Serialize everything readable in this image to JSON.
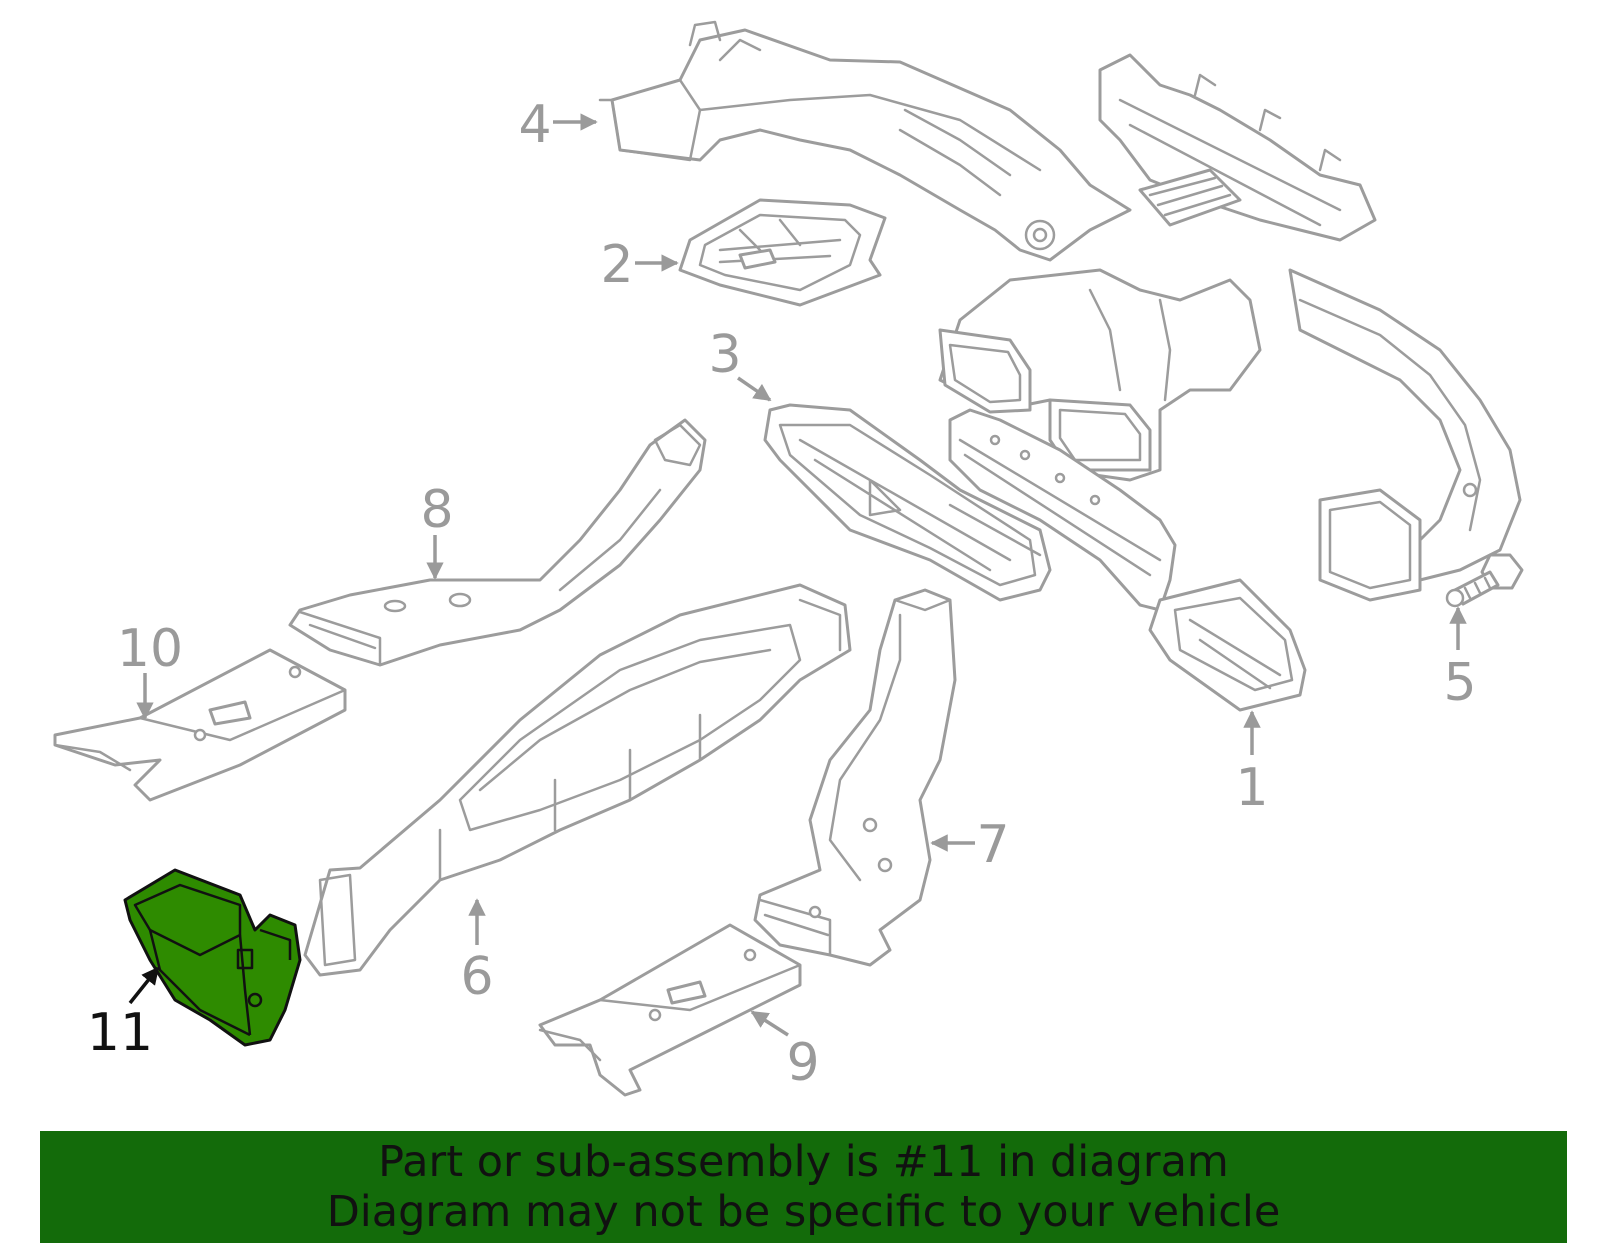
{
  "callouts": [
    {
      "id": "1",
      "label": "1",
      "highlighted": false
    },
    {
      "id": "2",
      "label": "2",
      "highlighted": false
    },
    {
      "id": "3",
      "label": "3",
      "highlighted": false
    },
    {
      "id": "4",
      "label": "4",
      "highlighted": false
    },
    {
      "id": "5",
      "label": "5",
      "highlighted": false
    },
    {
      "id": "6",
      "label": "6",
      "highlighted": false
    },
    {
      "id": "7",
      "label": "7",
      "highlighted": false
    },
    {
      "id": "8",
      "label": "8",
      "highlighted": false
    },
    {
      "id": "9",
      "label": "9",
      "highlighted": false
    },
    {
      "id": "10",
      "label": "10",
      "highlighted": false
    },
    {
      "id": "11",
      "label": "11",
      "highlighted": true
    }
  ],
  "banner": {
    "line1": "Part or sub-assembly is #11 in diagram",
    "line2": "Diagram may not be specific to your vehicle"
  },
  "colors": {
    "banner": "#136b0a",
    "highlight_fill": "#2e8b00",
    "part_stroke": "#9c9c9c",
    "highlight_label": "#111111"
  }
}
